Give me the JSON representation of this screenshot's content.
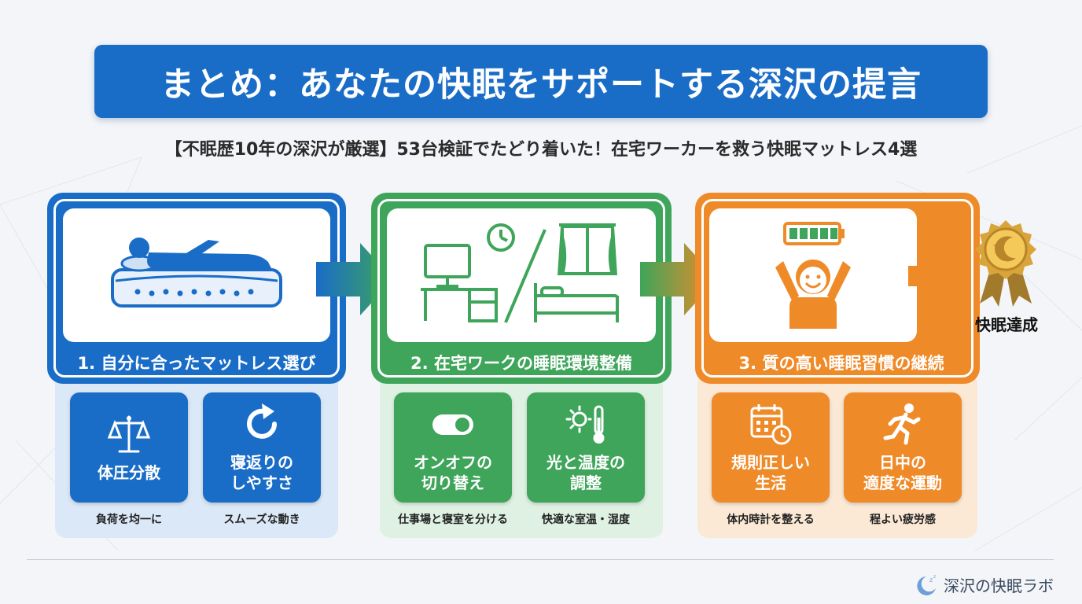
{
  "title": "まとめ：あなたの快眠をサポートする深沢の提言",
  "subtitle": "【不眠歴10年の深沢が厳選】53台検証でたどり着いた！在宅ワーカーを救う快眠マットレス4選",
  "colors": {
    "blue": "#1a6dc7",
    "green": "#3ea55a",
    "orange": "#ef8a28"
  },
  "steps": [
    {
      "label": "1. 自分に合ったマットレス選び",
      "icon": "person-on-mattress-icon",
      "cards": [
        {
          "title": "体圧分散",
          "icon": "balance-scale-icon",
          "caption": "負荷を均一に"
        },
        {
          "title": "寝返りの\nしやすさ",
          "icon": "rotate-arrow-icon",
          "caption": "スムーズな動き"
        }
      ]
    },
    {
      "label": "2. 在宅ワークの睡眠環境整備",
      "icon": "desk-and-bed-icon",
      "cards": [
        {
          "title": "オンオフの\n切り替え",
          "icon": "toggle-switch-icon",
          "caption": "仕事場と寝室を分ける"
        },
        {
          "title": "光と温度の\n調整",
          "icon": "sun-thermometer-icon",
          "caption": "快適な室温・湿度"
        }
      ]
    },
    {
      "label": "3. 質の高い睡眠習慣の継続",
      "icon": "energized-person-icon",
      "cards": [
        {
          "title": "規則正しい\n生活",
          "icon": "calendar-clock-icon",
          "caption": "体内時計を整える"
        },
        {
          "title": "日中の\n適度な運動",
          "icon": "running-person-icon",
          "caption": "程よい疲労感"
        }
      ]
    }
  ],
  "goal": {
    "label": "快眠達成",
    "icon": "medal-icon"
  },
  "brand": {
    "name": "深沢の快眠ラボ",
    "icon": "moon-zzz-icon"
  }
}
